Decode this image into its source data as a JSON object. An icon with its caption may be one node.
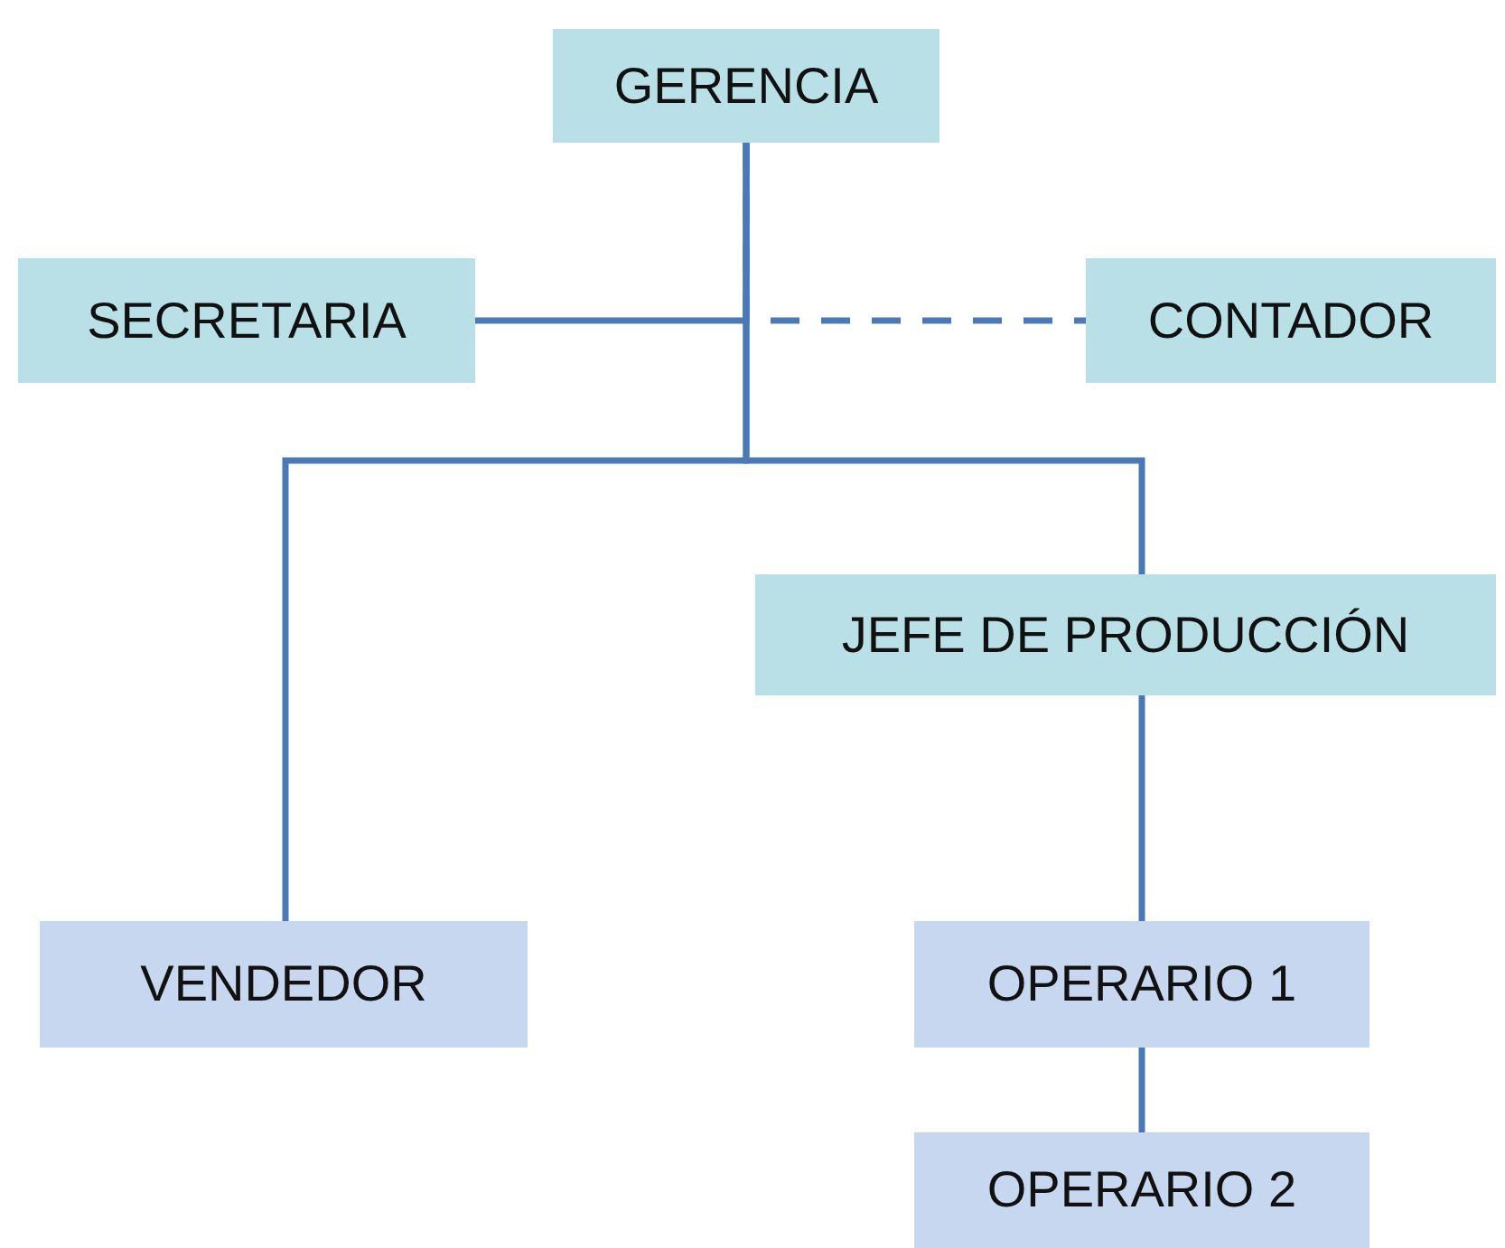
{
  "diagram": {
    "nodes": [
      {
        "text": [
          "GERENCIA"
        ]
      },
      {
        "text": [
          "SECRETARIA"
        ]
      },
      {
        "text": [
          "CONTADOR"
        ]
      },
      {
        "text": [
          "JEFE DE PRODUCCIÓN"
        ]
      },
      {
        "text": [
          "VENDEDOR"
        ]
      },
      {
        "text": [
          "OPERARIO 1"
        ]
      },
      {
        "text": [
          "OPERARIO 2"
        ]
      }
    ],
    "edges": [
      {
        "from": 0,
        "to": 1,
        "arrow": "none"
      },
      {
        "from": 0,
        "to": 2,
        "arrow": "none",
        "style": "dashed"
      },
      {
        "from": 0,
        "to": 4,
        "arrow": "none"
      },
      {
        "from": 0,
        "to": 3,
        "arrow": "none"
      },
      {
        "from": 3,
        "to": 5,
        "arrow": "none"
      },
      {
        "from": 5,
        "to": 6,
        "arrow": "none"
      }
    ]
  }
}
